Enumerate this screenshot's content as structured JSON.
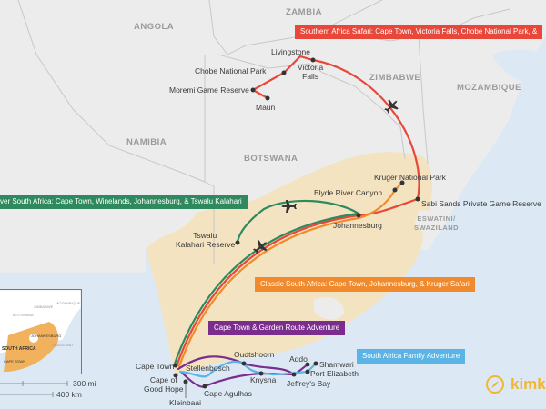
{
  "colors": {
    "water": "#dce9f4",
    "land": "#ececec",
    "south_africa": "#f3e3c0",
    "red_route": "#e8473a",
    "orange_route": "#f08a2c",
    "green_route": "#2e8a5e",
    "purple_route": "#7b2d8e",
    "blue_route": "#5bb4e6",
    "logo": "#f2b632"
  },
  "countries": {
    "zambia": "ZAMBIA",
    "angola": "ANGOLA",
    "zimbabwe": "ZIMBABWE",
    "mozambique": "MOZAMBIQUE",
    "namibia": "NAMIBIA",
    "botswana": "BOTSWANA",
    "eswatini": "ESWATINI/",
    "swaziland": "SWAZILAND"
  },
  "places": {
    "livingstone": "Livingstone",
    "victoria_falls_1": "Victoria",
    "victoria_falls_2": "Falls",
    "chobe": "Chobe National Park",
    "moremi": "Moremi Game Reserve",
    "maun": "Maun",
    "kruger": "Kruger National Park",
    "blyde": "Blyde River Canyon",
    "sabi": "Sabi Sands Private Game Reserve",
    "johannesburg": "Johannesburg",
    "tswalu_1": "Tswalu",
    "tswalu_2": "Kalahari Reserve",
    "cape_town": "Cape Town",
    "cape_good_hope_1": "Cape of",
    "cape_good_hope_2": "Good Hope",
    "kleinbaai": "Kleinbaai",
    "cape_agulhas": "Cape Agulhas",
    "stellenbosch": "Stellenbosch",
    "oudtshoorn": "Oudtshoorn",
    "knysna": "Knysna",
    "jeffreys_bay": "Jeffrey's Bay",
    "addo": "Addo",
    "shamwari": "Shamwari",
    "port_elizabeth": "Port Elizabeth"
  },
  "routes": {
    "southern_safari": "Southern Africa Safari: Cape Town, Victoria Falls, Chobe National Park, &",
    "discover": "Discover South Africa: Cape Town, Winelands, Johannesburg, & Tswalu Kalahari",
    "classic": "Classic South Africa: Cape Town, Johannesburg, & Kruger Safari",
    "garden_route": "Cape Town & Garden Route Adventure",
    "family": "South Africa Family Adventure"
  },
  "inset": {
    "zimbabwe": "ZIMBABWE",
    "mozambique": "MOZAMBIQUE",
    "botswana": "BOTSWANA",
    "johannesburg": "JOHANNESBURG",
    "south_africa": "SOUTH AFRICA",
    "swaziland": "SWAZILAND",
    "cape_town": "CAPE TOWN"
  },
  "scale": {
    "miles": "300 mi",
    "km": "400 km"
  },
  "logo": {
    "text": "kimk",
    "icon": "compass-icon"
  }
}
